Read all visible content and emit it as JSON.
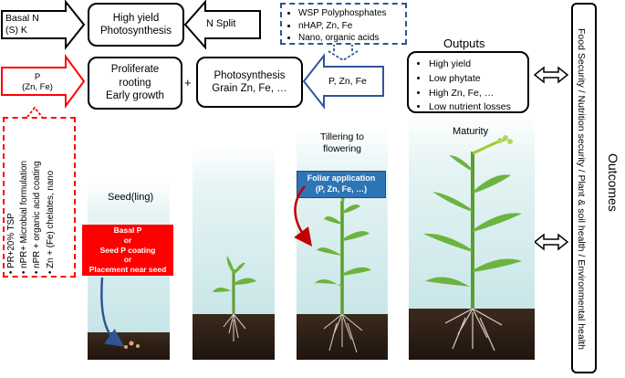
{
  "arrows": {
    "basal_n": "Basal N\n(S) K",
    "n_split": "N Split",
    "p_zn_fe_red": "P\n(Zn, Fe)",
    "p_zn_fe_blue": "P, Zn, Fe"
  },
  "boxes": {
    "high_yield_photosynthesis": "High yield\nPhotosynthesis",
    "proliferate_rooting": "Proliferate\nrooting\nEarly growth",
    "plus": "+",
    "photosynthesis_grain": "Photosynthesis\nGrain Zn, Fe, …"
  },
  "wsp_list": [
    "WSP Polyphosphates",
    "nHAP, Zn, Fe",
    "Nano, organic acids"
  ],
  "red_dashed_list": [
    "PR+20% TSP",
    "nPR+ Microbial formulation",
    "nPR + organic acid coating",
    "Zn + (Fe) chelates, nano"
  ],
  "outputs": {
    "title": "Outputs",
    "items": [
      "High yield",
      "Low phytate",
      "High Zn, Fe, …",
      "Low nutrient losses"
    ]
  },
  "outcomes": {
    "title": "Outcomes",
    "text": "Food Security / Nutrition security / Plant & soil health / Environmental health"
  },
  "stages": {
    "seedling": "Seed(ling)",
    "tillering": "Tillering to\nflowering",
    "maturity": "Maturity"
  },
  "basal_p_box": "Basal P\nor\nSeed P coating\nor\nPlacement near seed",
  "foliar_box": "Foliar application\n(P, Zn, Fe, …)",
  "colors": {
    "red": "#ff0000",
    "blue": "#2f5597",
    "foliar_bg": "#2e75b6",
    "plant": "#5a9e2f"
  }
}
